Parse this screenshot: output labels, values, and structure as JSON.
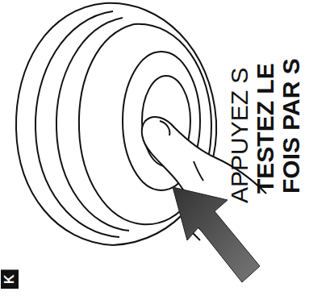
{
  "diagram": {
    "labels": [
      "APPUYEZ S",
      "TESTEZ LE",
      "FOIS PAR S",
      "K"
    ]
  }
}
